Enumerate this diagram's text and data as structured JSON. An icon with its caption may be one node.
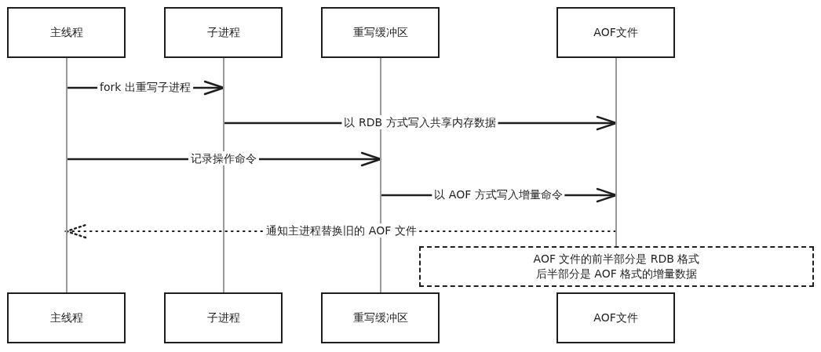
{
  "diagram": {
    "nodes": [
      {
        "text": [
          "主线程"
        ]
      },
      {
        "text": [
          "子进程"
        ]
      },
      {
        "text": [
          "重写缓冲区"
        ]
      },
      {
        "text": [
          "AOF文件"
        ]
      },
      {
        "text": [],
        "shape": "line"
      },
      {
        "text": [],
        "shape": "line"
      },
      {
        "text": [],
        "shape": "line"
      },
      {
        "text": [],
        "shape": "line"
      },
      {
        "text": [
          "AOF 文件的前半部分是 RDB 格式",
          "后半部分是 AOF 格式的增量数据"
        ]
      },
      {
        "text": [
          "主线程"
        ]
      },
      {
        "text": [
          "子进程"
        ]
      },
      {
        "text": [
          "重写缓冲区"
        ]
      },
      {
        "text": [
          "AOF文件"
        ]
      }
    ],
    "edges": [
      {
        "from": 4,
        "to": 5,
        "arrow": "to",
        "label": "fork 出重写子进程"
      },
      {
        "from": 5,
        "to": 7,
        "arrow": "to",
        "label": "以 RDB 方式写入共享内存数据"
      },
      {
        "from": 4,
        "to": 6,
        "arrow": "to",
        "label": "记录操作命令"
      },
      {
        "from": 6,
        "to": 7,
        "arrow": "to",
        "label": "以 AOF 方式写入增量命令"
      },
      {
        "from": 7,
        "to": 4,
        "arrow": "to",
        "label": "通知主进程替换旧的 AOF 文件",
        "style": "dashed"
      }
    ]
  }
}
